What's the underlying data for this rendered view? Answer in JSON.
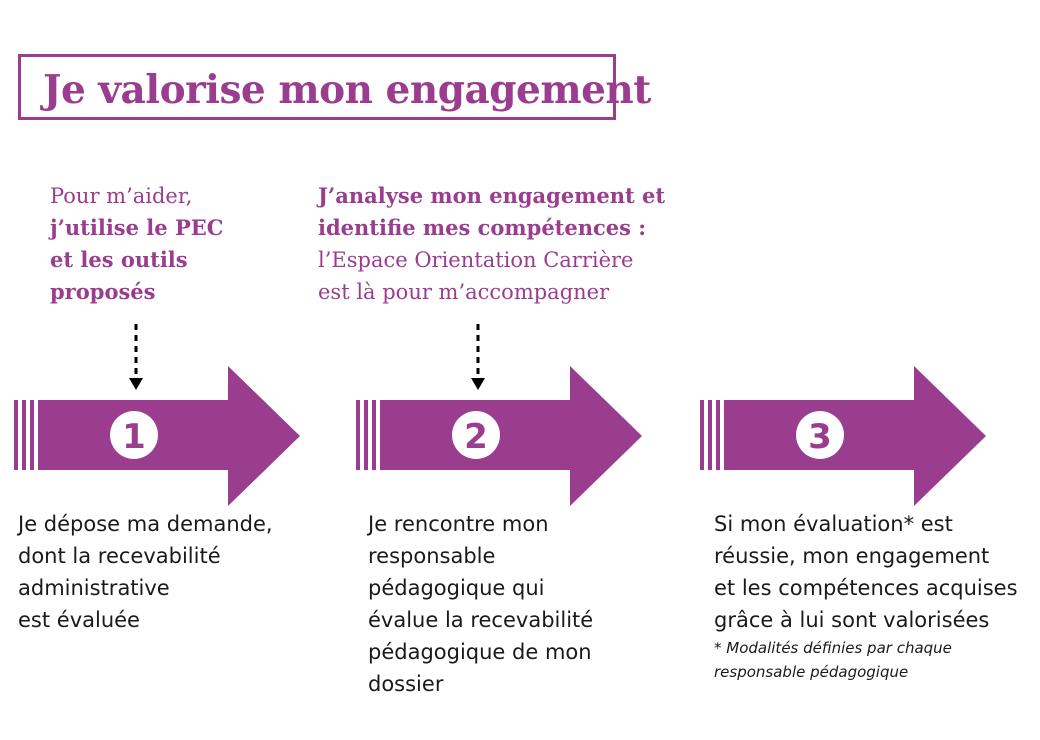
{
  "title": "Je valorise mon engagement",
  "colors": {
    "accent": "#9b3d8f",
    "text": "#1a1a1a"
  },
  "help_1": {
    "line1": "Pour m’aider,",
    "line2": "j’utilise le PEC",
    "line3": "et les outils",
    "line4": "proposés"
  },
  "help_2": {
    "line1": "J’analyse mon engagement et",
    "line2": "identifie mes compétences :",
    "line3": "l’Espace Orientation Carrière",
    "line4": "est là pour m’accompagner"
  },
  "steps": [
    {
      "number": "1",
      "lines": [
        "Je dépose ma demande,",
        "dont la recevabilité",
        "administrative",
        "est évaluée"
      ]
    },
    {
      "number": "2",
      "lines": [
        "Je rencontre mon",
        "responsable",
        "pédagogique qui",
        "évalue la recevabilité",
        "pédagogique de mon",
        "dossier"
      ]
    },
    {
      "number": "3",
      "lines": [
        "Si mon évaluation* est",
        "réussie, mon engagement",
        "et les compétences acquises",
        "grâce à lui sont valorisées"
      ]
    }
  ],
  "footnote": {
    "line1": "* Modalités définies par chaque",
    "line2": "responsable pédagogique"
  }
}
